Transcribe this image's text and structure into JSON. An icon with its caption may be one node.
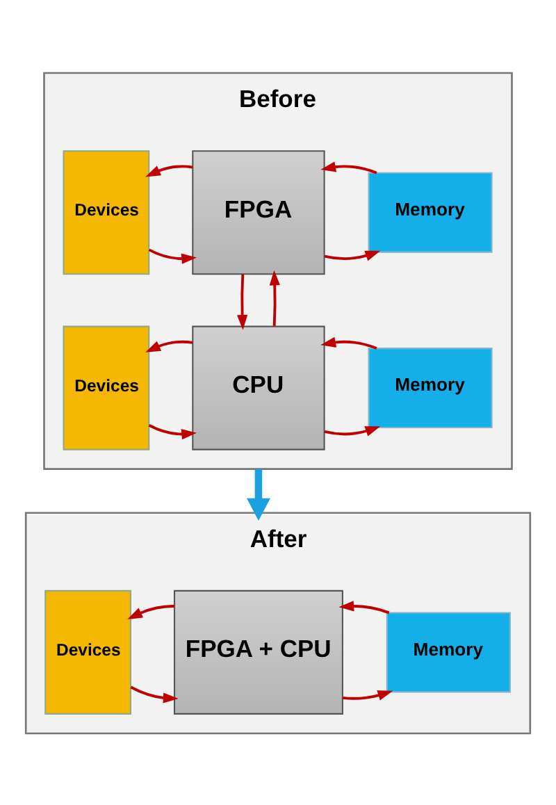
{
  "diagram": {
    "nodes": [
      {
        "text": [
          "Before"
        ]
      },
      {
        "text": [
          "Devices"
        ],
        "in": 0
      },
      {
        "text": [
          "FPGA"
        ],
        "in": 0
      },
      {
        "text": [
          "Memory"
        ],
        "in": 0
      },
      {
        "text": [
          "Devices"
        ],
        "in": 0
      },
      {
        "text": [
          "CPU"
        ],
        "in": 0
      },
      {
        "text": [
          "Memory"
        ],
        "in": 0
      },
      {
        "text": [
          "After"
        ]
      },
      {
        "text": [
          "Devices"
        ],
        "in": 7
      },
      {
        "text": [
          "FPGA + CPU"
        ],
        "in": 7
      },
      {
        "text": [
          "Memory"
        ],
        "in": 7
      }
    ],
    "edges": [
      {
        "from": 1,
        "to": 2,
        "arrow": "to"
      },
      {
        "from": 2,
        "to": 1,
        "arrow": "to"
      },
      {
        "from": 2,
        "to": 3,
        "arrow": "to"
      },
      {
        "from": 3,
        "to": 2,
        "arrow": "to"
      },
      {
        "from": 2,
        "to": 5,
        "arrow": "to"
      },
      {
        "from": 5,
        "to": 2,
        "arrow": "to"
      },
      {
        "from": 4,
        "to": 5,
        "arrow": "to"
      },
      {
        "from": 5,
        "to": 4,
        "arrow": "to"
      },
      {
        "from": 5,
        "to": 6,
        "arrow": "to"
      },
      {
        "from": 6,
        "to": 5,
        "arrow": "to"
      },
      {
        "from": 0,
        "to": 7,
        "arrow": "to",
        "style": "thick",
        "color": "#1ba1e2"
      },
      {
        "from": 8,
        "to": 9,
        "arrow": "to"
      },
      {
        "from": 9,
        "to": 8,
        "arrow": "to"
      },
      {
        "from": 9,
        "to": 10,
        "arrow": "to"
      },
      {
        "from": 10,
        "to": 9,
        "arrow": "to"
      }
    ]
  }
}
